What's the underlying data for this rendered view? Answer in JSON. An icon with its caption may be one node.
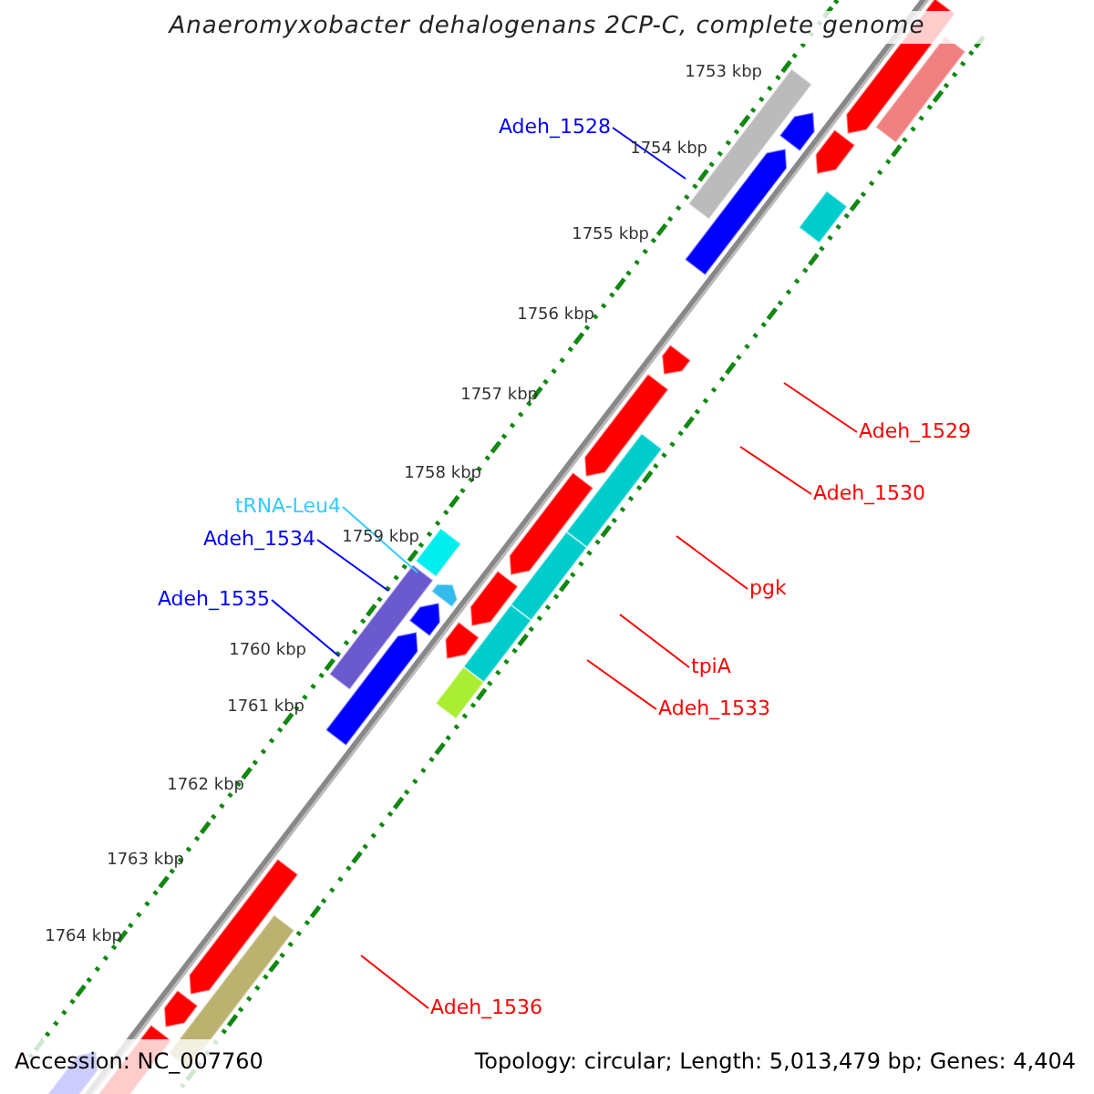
{
  "diagram": {
    "title": "Anaeromyxobacter dehalogenans 2CP-C, complete genome",
    "nodes": [
      {
        "text": [
          "Adeh_1528"
        ]
      },
      {
        "text": [
          "Adeh_1529"
        ]
      },
      {
        "text": [
          "Adeh_1530"
        ]
      },
      {
        "text": [
          "tRNA-Leu4"
        ]
      },
      {
        "text": [
          "Adeh_1534"
        ]
      },
      {
        "text": [
          "pgk"
        ]
      },
      {
        "text": [
          "Adeh_1535"
        ]
      },
      {
        "text": [
          "tpiA"
        ]
      },
      {
        "text": [
          "Adeh_1533"
        ]
      },
      {
        "text": [
          "Adeh_1536"
        ]
      }
    ],
    "edges": [
      {
        "from": 0,
        "to": null,
        "arrow": "none",
        "color": "#0000ff"
      },
      {
        "from": 1,
        "to": null,
        "arrow": "none"
      },
      {
        "from": 2,
        "to": null,
        "arrow": "none"
      },
      {
        "from": 3,
        "to": null,
        "arrow": "none",
        "color": "#33ccff"
      },
      {
        "from": 4,
        "to": null,
        "arrow": "none",
        "color": "#0000ff"
      },
      {
        "from": 5,
        "to": null,
        "arrow": "none"
      },
      {
        "from": 6,
        "to": null,
        "arrow": "none",
        "color": "#0000ff"
      },
      {
        "from": 7,
        "to": null,
        "arrow": "none"
      },
      {
        "from": 8,
        "to": null,
        "arrow": "none"
      },
      {
        "from": 9,
        "to": null,
        "arrow": "none"
      }
    ],
    "labels": [
      "1753 kbp",
      "1754 kbp",
      "1755 kbp",
      "1756 kbp",
      "1757 kbp",
      "1758 kbp",
      "1759 kbp",
      "1760 kbp",
      "1761 kbp",
      "1762 kbp",
      "1763 kbp",
      "1764 kbp",
      "Accession: NC_007760",
      "Topology: circular; Length: 5,013,479 bp; Genes: 4,404"
    ]
  }
}
